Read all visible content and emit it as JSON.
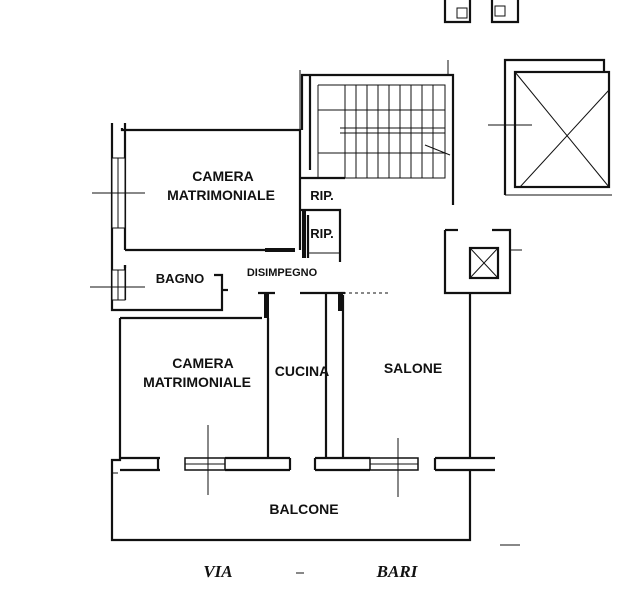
{
  "rooms": {
    "camera_matrimoniale_top": [
      "CAMERA",
      "MATRIMONIALE"
    ],
    "rip_1": "RIP.",
    "rip_2": "RIP.",
    "bagno": "BAGNO",
    "disimpegno": "DISIMPEGNO",
    "camera_matrimoniale_bottom": [
      "CAMERA",
      "MATRIMONIALE"
    ],
    "cucina": "CUCINA",
    "salone": "SALONE",
    "balcone": "BALCONE"
  },
  "street": {
    "part1": "VIA",
    "part2": "BARI"
  }
}
